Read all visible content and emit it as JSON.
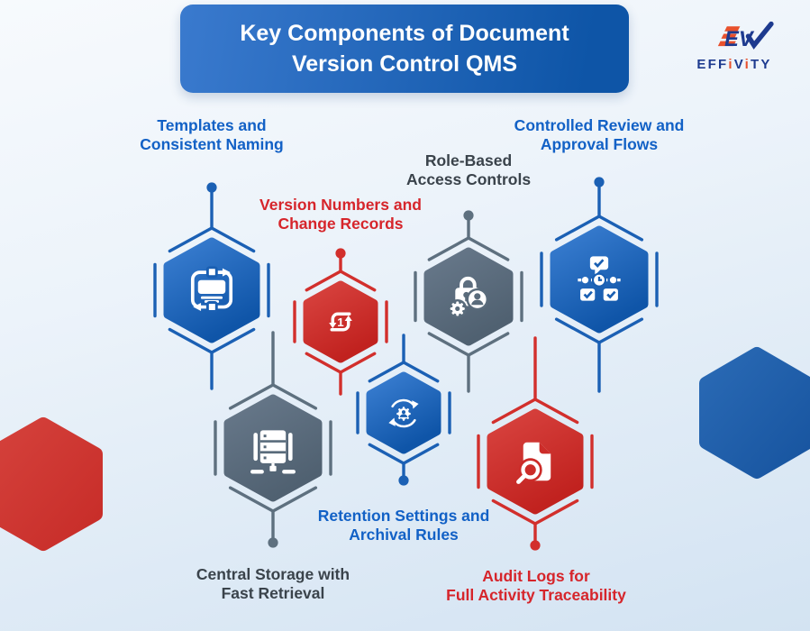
{
  "title": {
    "line1": "Key Components of Document",
    "line2": "Version Control QMS"
  },
  "logo": {
    "brand": "EFFiViTY",
    "mark_text": "EV"
  },
  "palette": {
    "banner_from": "#3a7ace",
    "banner_to": "#0e55a7",
    "label_blue": "#1261c6",
    "label_red": "#d6252b",
    "label_dark": "#3a434b",
    "hex_blue_light": "#3b7fd2",
    "hex_blue_dark": "#0f55a8",
    "hex_red_light": "#d94440",
    "hex_red_dark": "#c1221f",
    "hex_gray_light": "#68798b",
    "hex_gray_dark": "#506171",
    "line_blue": "#1b60b4",
    "line_red": "#d22f2c",
    "line_gray": "#5e707f",
    "cut_blue": "#1a5fb2",
    "cut_red": "#cc2c29",
    "cut_gray": "#596b7b",
    "deco_red_from": "#d5423c",
    "deco_red_to": "#c72c28",
    "deco_blue_from": "#2a6ab5",
    "deco_blue_to": "#17549f",
    "logo_blue": "#1d3a8f",
    "logo_orange": "#e8512d",
    "icon_white": "#ffffff"
  },
  "components": [
    {
      "id": "templates",
      "label": "Templates and\nConsistent Naming",
      "color": "blue",
      "text_color": "#1261c6",
      "icon": "process-loop-icon"
    },
    {
      "id": "version-numbers",
      "label": "Version Numbers and\nChange Records",
      "color": "red",
      "text_color": "#d6252b",
      "icon": "version-cycle-icon"
    },
    {
      "id": "access-controls",
      "label": "Role-Based\nAccess Controls",
      "color": "gray",
      "text_color": "#3a434b",
      "icon": "lock-gear-user-icon"
    },
    {
      "id": "review-approval",
      "label": "Controlled Review and\nApproval Flows",
      "color": "blue",
      "text_color": "#1261c6",
      "icon": "approval-flow-icon"
    },
    {
      "id": "central-storage",
      "label": "Central Storage with\nFast Retrieval",
      "color": "gray",
      "text_color": "#3a434b",
      "icon": "storage-server-icon"
    },
    {
      "id": "retention",
      "label": "Retention Settings and\nArchival Rules",
      "color": "blue",
      "text_color": "#1261c6",
      "icon": "gear-sync-icon"
    },
    {
      "id": "audit-logs",
      "label": "Audit Logs for\nFull Activity Traceability",
      "color": "red",
      "text_color": "#d6252b",
      "icon": "doc-magnifier-icon"
    }
  ]
}
